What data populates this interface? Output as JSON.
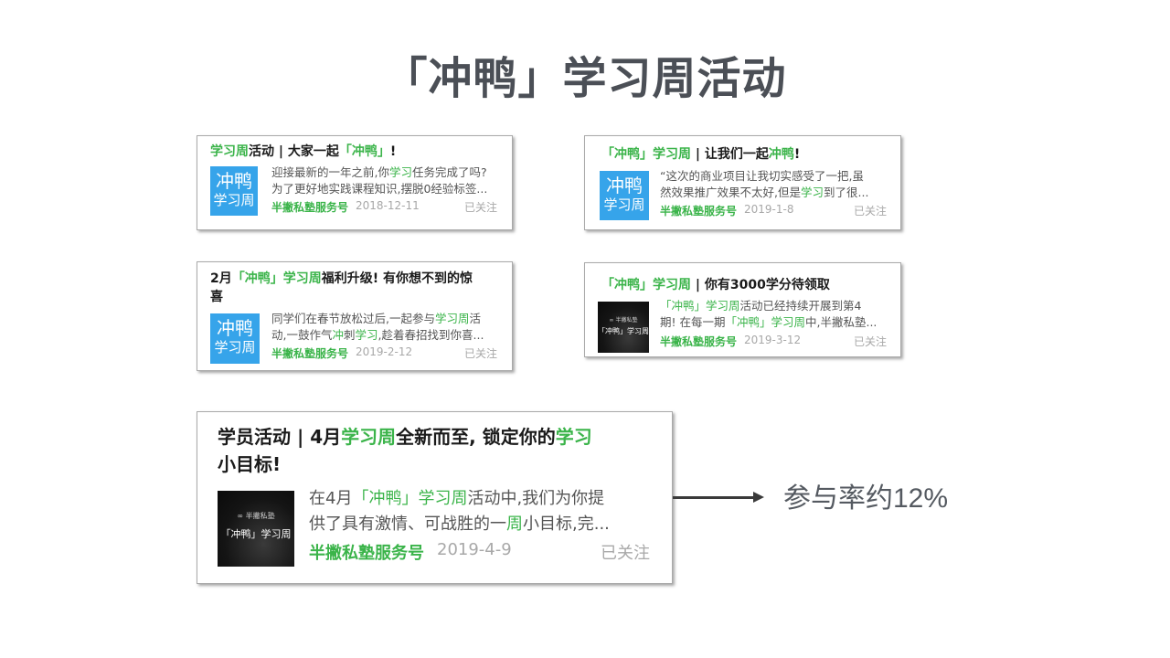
{
  "slide_title": "「冲鸭」学习周活动",
  "participation_note": "参与率约12%",
  "thumb_blue": {
    "line1": "冲鸭",
    "line2": "学习周"
  },
  "thumb_dark": {
    "brand": "∞ 半撇私塾",
    "title": "「冲鸭」学习周"
  },
  "followed_label": "已关注",
  "colors": {
    "accent_green": "#3bb44a",
    "thumb_blue": "#36a4ea",
    "title_gray": "#4b4f56"
  },
  "cards": [
    {
      "title": [
        {
          "text": "学习周",
          "green": true
        },
        {
          "text": "活动 | 大家一起",
          "green": false
        },
        {
          "text": "「冲鸭」",
          "green": true
        },
        {
          "text": "!",
          "green": false
        }
      ],
      "summary_line1": [
        {
          "text": "迎接最新的一年之前,你",
          "green": false
        },
        {
          "text": "学习",
          "green": true
        },
        {
          "text": "任务完成了吗?",
          "green": false
        }
      ],
      "summary_line2": [
        {
          "text": "为了更好地实践课程知识,摆脱0经验标签...",
          "green": false
        }
      ],
      "source": "半撇私塾服务号",
      "date": "2018-12-11",
      "thumb": "blue"
    },
    {
      "title": [
        {
          "text": "「冲鸭」学习周",
          "green": true
        },
        {
          "text": " | 让我们一起",
          "green": false
        },
        {
          "text": "冲鸭",
          "green": true
        },
        {
          "text": "!",
          "green": false
        }
      ],
      "summary_line1": [
        {
          "text": "“这次的商业项目让我切实感受了一把,虽",
          "green": false
        }
      ],
      "summary_line2": [
        {
          "text": "然效果推广效果不太好,但是",
          "green": false
        },
        {
          "text": "学习",
          "green": true
        },
        {
          "text": "到了很...",
          "green": false
        }
      ],
      "source": "半撇私塾服务号",
      "date": "2019-1-8",
      "thumb": "blue"
    },
    {
      "title_line1": [
        {
          "text": "2月",
          "green": false
        },
        {
          "text": "「冲鸭」学习周",
          "green": true
        },
        {
          "text": "福利升级! 有你想不到的惊",
          "green": false
        }
      ],
      "title_line2": [
        {
          "text": "喜",
          "green": false
        }
      ],
      "summary_line1": [
        {
          "text": "同学们在春节放松过后,一起参与",
          "green": false
        },
        {
          "text": "学习周",
          "green": true
        },
        {
          "text": "活",
          "green": false
        }
      ],
      "summary_line2": [
        {
          "text": "动,一鼓作气",
          "green": false
        },
        {
          "text": "冲",
          "green": true
        },
        {
          "text": "刺",
          "green": false
        },
        {
          "text": "学习",
          "green": true
        },
        {
          "text": ",趁着春招找到你喜...",
          "green": false
        }
      ],
      "source": "半撇私塾服务号",
      "date": "2019-2-12",
      "thumb": "blue"
    },
    {
      "title": [
        {
          "text": "「冲鸭」学习周",
          "green": true
        },
        {
          "text": " | 你有3000学分待领取",
          "green": false
        }
      ],
      "summary_line1": [
        {
          "text": "「冲鸭」学习周",
          "green": true
        },
        {
          "text": "活动已经持续开展到第4",
          "green": false
        }
      ],
      "summary_line2": [
        {
          "text": "期! 在每一期",
          "green": false
        },
        {
          "text": "「冲鸭」学习周",
          "green": true
        },
        {
          "text": "中,半撇私塾...",
          "green": false
        }
      ],
      "source": "半撇私塾服务号",
      "date": "2019-3-12",
      "thumb": "dark"
    },
    {
      "title_line1": [
        {
          "text": "学员活动 | 4月",
          "green": false
        },
        {
          "text": "学习周",
          "green": true
        },
        {
          "text": "全新而至, 锁定你的",
          "green": false
        },
        {
          "text": "学习",
          "green": true
        }
      ],
      "title_line2": [
        {
          "text": "小目标!",
          "green": false
        }
      ],
      "summary_line1": [
        {
          "text": "在4月",
          "green": false
        },
        {
          "text": "「冲鸭」学习周",
          "green": true
        },
        {
          "text": "活动中,我们为你提",
          "green": false
        }
      ],
      "summary_line2": [
        {
          "text": "供了具有激情、可战胜的一",
          "green": false
        },
        {
          "text": "周",
          "green": true
        },
        {
          "text": "小目标,完...",
          "green": false
        }
      ],
      "source": "半撇私塾服务号",
      "date": "2019-4-9",
      "thumb": "dark"
    }
  ]
}
